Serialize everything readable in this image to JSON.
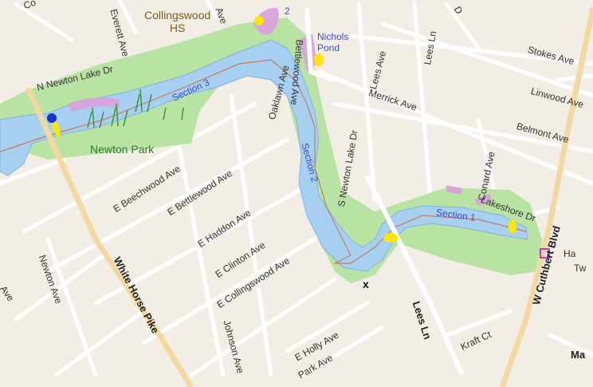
{
  "parks": [
    {
      "id": "newton-park",
      "label": "Newton Park"
    }
  ],
  "water_labels": {
    "nichols_pond": [
      "Nichols",
      "Pond"
    ],
    "sections": [
      "Section 1",
      "Section 2",
      "Section 3"
    ],
    "pond_number": "2"
  },
  "school": [
    "Collingswood",
    "HS"
  ],
  "streets": [
    "N Newton Lake Dr",
    "Everett Ave",
    "Bettlewood Ave",
    "Merrick Ave",
    "Lees Ave",
    "Lees Ln",
    "Stokes Ave",
    "Linwood Ave",
    "Belmont Ave",
    "Conard Ave",
    "Lakeshore Dr",
    "W Cuthbert Blvd",
    "S Newton Lake Dr",
    "E Beechwood Ave",
    "E Bettlewood Ave",
    "Oaklawn Ave",
    "E Haddon Ave",
    "E Clinton Ave",
    "E Collingswood Ave",
    "Newton Ave",
    "White Horse Pike",
    "Johnson Ave",
    "E Holly Ave",
    "Park Ave",
    "Kraft Ct",
    "Lees Ln",
    "Ave",
    "Ave"
  ],
  "partial_labels": [
    "Ha",
    "Tw",
    "Ma",
    "Co",
    "D"
  ],
  "marker_x": "x",
  "colors": {
    "land": "#f2eee6",
    "park": "#b8e3a2",
    "water": "#a7cff0",
    "water_edge": "#7fb3e0",
    "trail": "#c97a5a",
    "road_major": "#f3d9a0",
    "road_minor": "#ffffff",
    "marker_yellow": "#ffe600",
    "marker_blue": "#1533d6",
    "marker_magenta": "#cc33cc",
    "wetland": "#d9a0dd"
  }
}
